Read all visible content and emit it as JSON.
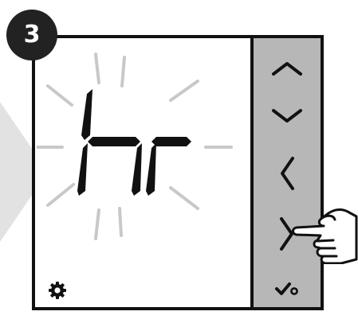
{
  "step": {
    "number": "3"
  },
  "display": {
    "text": "hr",
    "state": "blinking"
  },
  "buttons": [
    {
      "name": "up-button",
      "icon": "chevron-up-icon"
    },
    {
      "name": "down-button",
      "icon": "chevron-down-icon"
    },
    {
      "name": "left-button",
      "icon": "chevron-left-icon"
    },
    {
      "name": "right-button",
      "icon": "chevron-right-icon",
      "pressed": true
    },
    {
      "name": "confirm-button",
      "icon": "check-confirm-icon"
    }
  ],
  "settings": {
    "icon": "gear-icon"
  },
  "pointer": {
    "icon": "pointing-hand-icon",
    "target": "right-button"
  },
  "colors": {
    "frame": "#111111",
    "panel": "#b7b7b7",
    "badge": "#222222",
    "glow": "#c8c8c8",
    "hint": "#e2e2e2"
  }
}
